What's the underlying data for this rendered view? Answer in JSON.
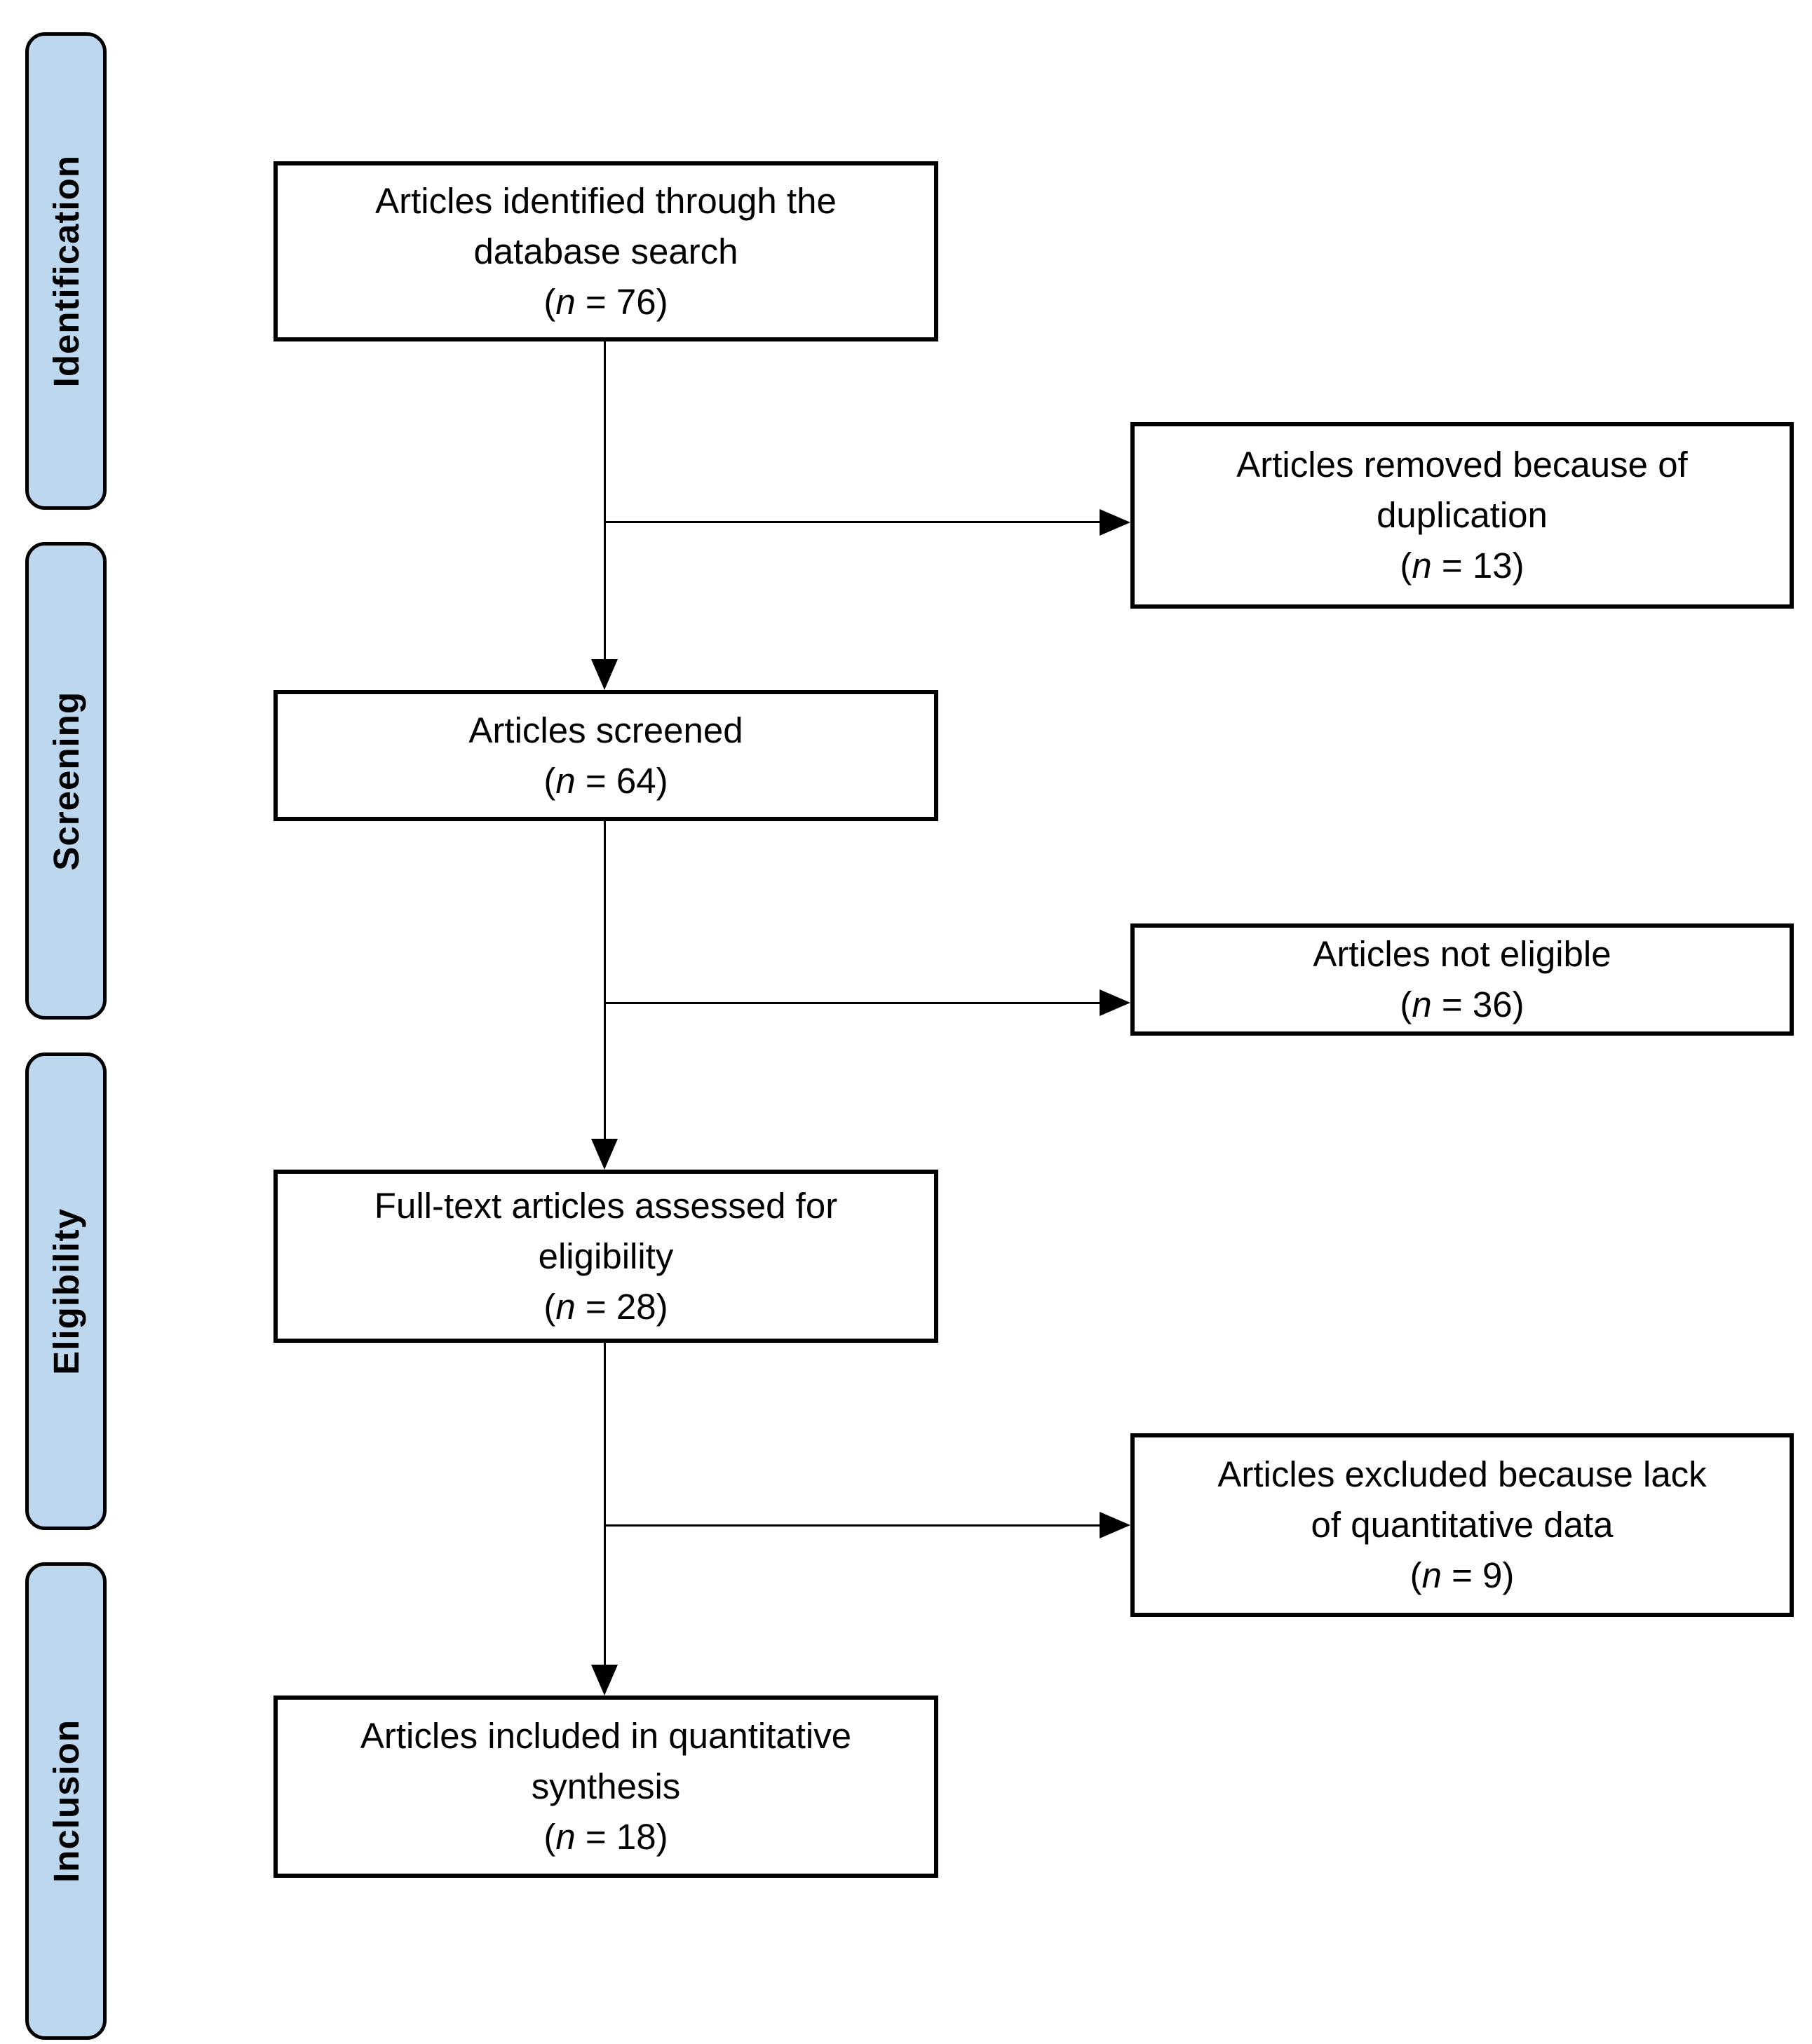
{
  "colors": {
    "background": "#ffffff",
    "stage_fill": "#bdd7ee",
    "stage_border": "#000000",
    "box_fill": "#ffffff",
    "box_border": "#000000",
    "connector": "#000000",
    "text": "#000000"
  },
  "stages": [
    {
      "label": "Identification"
    },
    {
      "label": "Screening"
    },
    {
      "label": "Eligibility"
    },
    {
      "label": "Inclusion"
    }
  ],
  "main_boxes": [
    {
      "label": "Articles identified through the\ndatabase search",
      "count_open": "(",
      "count_var": "n",
      "count_tail": " = 76)",
      "n_value": 76
    },
    {
      "label": "Articles screened",
      "count_open": "(",
      "count_var": "n",
      "count_tail": " = 64)",
      "n_value": 64
    },
    {
      "label": "Full-text articles assessed for\neligibility",
      "count_open": "(",
      "count_var": "n",
      "count_tail": " = 28)",
      "n_value": 28
    },
    {
      "label": "Articles included in quantitative\nsynthesis",
      "count_open": "(",
      "count_var": "n",
      "count_tail": " = 18)",
      "n_value": 18
    }
  ],
  "exclusion_boxes": [
    {
      "label": "Articles removed because of\nduplication",
      "count_open": "(",
      "count_var": "n",
      "count_tail": " = 13)",
      "n_value": 13
    },
    {
      "label": "Articles not eligible",
      "count_open": "(",
      "count_var": "n",
      "count_tail": " = 36)",
      "n_value": 36
    },
    {
      "label": "Articles excluded because lack\nof quantitative data",
      "count_open": "(",
      "count_var": "n",
      "count_tail": " = 9)",
      "n_value": 9
    }
  ]
}
